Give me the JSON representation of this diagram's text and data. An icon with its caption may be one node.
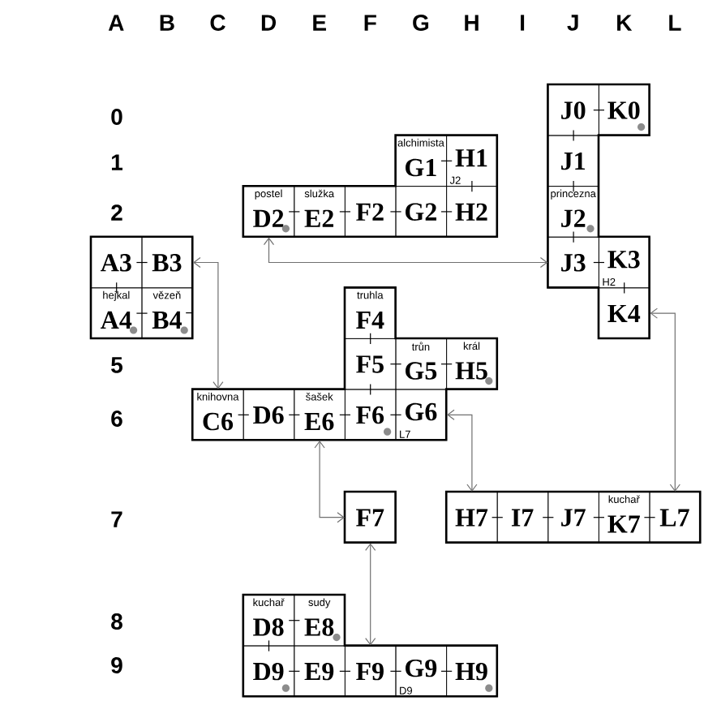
{
  "diagram": {
    "nodes": [
      {
        "text": [
          "J0"
        ]
      },
      {
        "text": [
          "K0"
        ]
      },
      {
        "text": [
          "alchimista",
          "G1"
        ]
      },
      {
        "text": [
          "H1",
          "J2"
        ]
      },
      {
        "text": [
          "J1"
        ]
      },
      {
        "text": [
          "postel",
          "D2"
        ]
      },
      {
        "text": [
          "služka",
          "E2"
        ]
      },
      {
        "text": [
          "F2"
        ]
      },
      {
        "text": [
          "G2"
        ]
      },
      {
        "text": [
          "H2"
        ]
      },
      {
        "text": [
          "princezna",
          "J2"
        ]
      },
      {
        "text": [
          "A3"
        ]
      },
      {
        "text": [
          "B3"
        ]
      },
      {
        "text": [
          "J3"
        ]
      },
      {
        "text": [
          "K3",
          "H2"
        ]
      },
      {
        "text": [
          "hejkal",
          "A4"
        ]
      },
      {
        "text": [
          "vězeň",
          "B4"
        ]
      },
      {
        "text": [
          "truhla",
          "F4"
        ]
      },
      {
        "text": [
          "K4"
        ]
      },
      {
        "text": [
          "F5"
        ]
      },
      {
        "text": [
          "trůn",
          "G5"
        ]
      },
      {
        "text": [
          "král",
          "H5"
        ]
      },
      {
        "text": [
          "knihovna",
          "C6"
        ]
      },
      {
        "text": [
          "D6"
        ]
      },
      {
        "text": [
          "šašek",
          "E6"
        ]
      },
      {
        "text": [
          "F6"
        ]
      },
      {
        "text": [
          "G6",
          "L7"
        ]
      },
      {
        "text": [
          "F7"
        ]
      },
      {
        "text": [
          "H7"
        ]
      },
      {
        "text": [
          "I7"
        ]
      },
      {
        "text": [
          "J7"
        ]
      },
      {
        "text": [
          "kuchař",
          "K7"
        ]
      },
      {
        "text": [
          "L7"
        ]
      },
      {
        "text": [
          "kuchař",
          "D8"
        ]
      },
      {
        "text": [
          "sudy",
          "E8"
        ]
      },
      {
        "text": [
          "D9"
        ]
      },
      {
        "text": [
          "E9"
        ]
      },
      {
        "text": [
          "F9"
        ]
      },
      {
        "text": [
          "G9",
          "D9"
        ]
      },
      {
        "text": [
          "H9"
        ]
      }
    ],
    "edges": [
      {
        "from": 0,
        "to": 1,
        "arrow": "none"
      },
      {
        "from": 0,
        "to": 4,
        "arrow": "none"
      },
      {
        "from": 2,
        "to": 3,
        "arrow": "none"
      },
      {
        "from": 3,
        "to": 9,
        "arrow": "none"
      },
      {
        "from": 4,
        "to": 10,
        "arrow": "none"
      },
      {
        "from": 5,
        "to": 6,
        "arrow": "none"
      },
      {
        "from": 6,
        "to": 7,
        "arrow": "none"
      },
      {
        "from": 7,
        "to": 8,
        "arrow": "none"
      },
      {
        "from": 8,
        "to": 9,
        "arrow": "none"
      },
      {
        "from": 10,
        "to": 13,
        "arrow": "none"
      },
      {
        "from": 11,
        "to": 12,
        "arrow": "none"
      },
      {
        "from": 11,
        "to": 15,
        "arrow": "none"
      },
      {
        "from": 13,
        "to": 14,
        "arrow": "none"
      },
      {
        "from": 14,
        "to": 18,
        "arrow": "none"
      },
      {
        "from": 15,
        "to": 16,
        "arrow": "none"
      },
      {
        "from": 17,
        "to": 19,
        "arrow": "none"
      },
      {
        "from": 19,
        "to": 20,
        "arrow": "none"
      },
      {
        "from": 20,
        "to": 21,
        "arrow": "none"
      },
      {
        "from": 19,
        "to": 25,
        "arrow": "none"
      },
      {
        "from": 22,
        "to": 23,
        "arrow": "none"
      },
      {
        "from": 23,
        "to": 24,
        "arrow": "none"
      },
      {
        "from": 24,
        "to": 25,
        "arrow": "none"
      },
      {
        "from": 25,
        "to": 26,
        "arrow": "none"
      },
      {
        "from": 28,
        "to": 29,
        "arrow": "none"
      },
      {
        "from": 29,
        "to": 30,
        "arrow": "none"
      },
      {
        "from": 30,
        "to": 31,
        "arrow": "none"
      },
      {
        "from": 31,
        "to": 32,
        "arrow": "none"
      },
      {
        "from": 33,
        "to": 34,
        "arrow": "none"
      },
      {
        "from": 33,
        "to": 35,
        "arrow": "none"
      },
      {
        "from": 35,
        "to": 36,
        "arrow": "none"
      },
      {
        "from": 36,
        "to": 37,
        "arrow": "none"
      },
      {
        "from": 37,
        "to": 38,
        "arrow": "none"
      },
      {
        "from": 38,
        "to": 39,
        "arrow": "none"
      },
      {
        "from": 5,
        "to": 13,
        "arrow": "both",
        "color": "#707070"
      },
      {
        "from": 12,
        "to": 22,
        "arrow": "both",
        "color": "#707070"
      },
      {
        "from": 18,
        "to": 32,
        "arrow": "both",
        "color": "#707070"
      },
      {
        "from": 26,
        "to": 28,
        "arrow": "both",
        "color": "#707070"
      },
      {
        "from": 24,
        "to": 27,
        "arrow": "both",
        "color": "#707070"
      },
      {
        "from": 27,
        "to": 37,
        "arrow": "both",
        "color": "#707070"
      }
    ],
    "labels": [
      "A",
      "B",
      "C",
      "D",
      "E",
      "F",
      "G",
      "H",
      "I",
      "J",
      "K",
      "L",
      "0",
      "1",
      "2",
      "5",
      "6",
      "7",
      "8",
      "9"
    ]
  }
}
